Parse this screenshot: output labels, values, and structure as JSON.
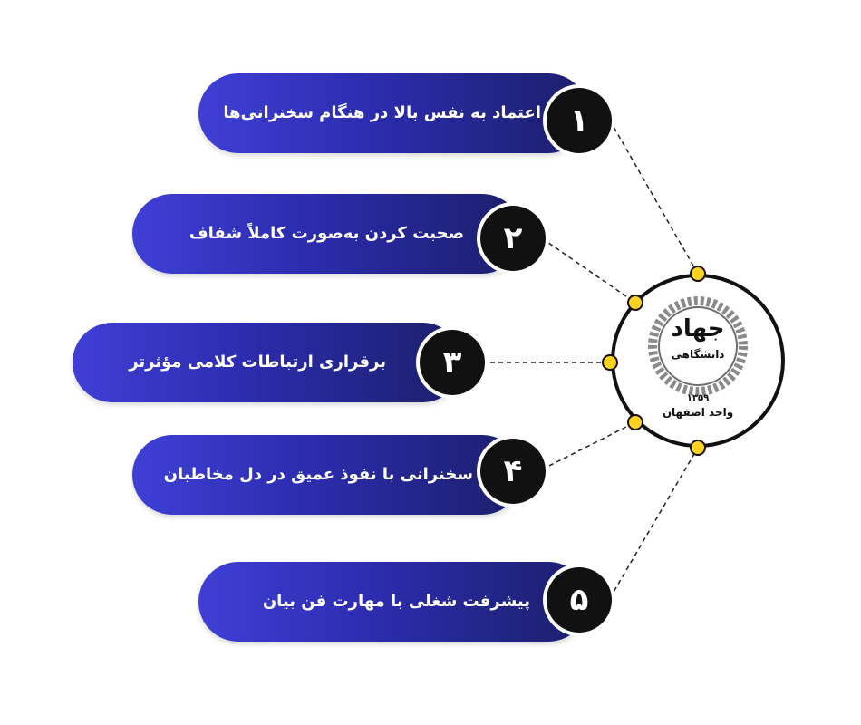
{
  "items": [
    {
      "number": "۱",
      "label": "اعتماد به نفس بالا در هنگام سخنرانی‌ها"
    },
    {
      "number": "۲",
      "label": "صحبت کردن به‌صورت کاملاً شفاف"
    },
    {
      "number": "۳",
      "label": "برقراری ارتباطات کلامی مؤثرتر"
    },
    {
      "number": "۴",
      "label": "سخنرانی با نفوذ عمیق در دل مخاطبان"
    },
    {
      "number": "۵",
      "label": "پیشرفت شغلی با مهارت فن بیان"
    }
  ],
  "logo": {
    "title": "جهاد",
    "subtitle": "دانشگاهی",
    "year": "۱۳۵۹",
    "branch": "واحد اصفهان"
  },
  "colors": {
    "pill_start": "#3f3fd6",
    "pill_end": "#1b1f6a",
    "badge": "#111111",
    "connector_dot": "#ffd21f"
  }
}
